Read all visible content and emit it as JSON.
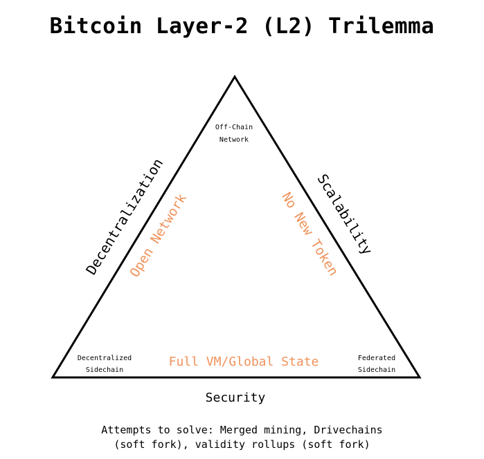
{
  "title": "Bitcoin Layer-2 (L2) Trilemma",
  "edges": {
    "left": "Decentralization",
    "right": "Scalability",
    "bottom": "Security"
  },
  "corners": {
    "top": [
      "Off-Chain",
      "Network"
    ],
    "bottom_left": [
      "Decentralized",
      "Sidechain"
    ],
    "bottom_right": [
      "Federated",
      "Sidechain"
    ]
  },
  "inner": {
    "left": "Open Network",
    "right": "No New Token",
    "bottom": "Full VM/Global State"
  },
  "footer": {
    "line1": "Attempts to solve: Merged mining, Drivechains",
    "line2": "(soft fork), validity rollups (soft fork)"
  },
  "colors": {
    "stroke": "#000000",
    "accent": "#f0925a",
    "text": "#000000"
  }
}
